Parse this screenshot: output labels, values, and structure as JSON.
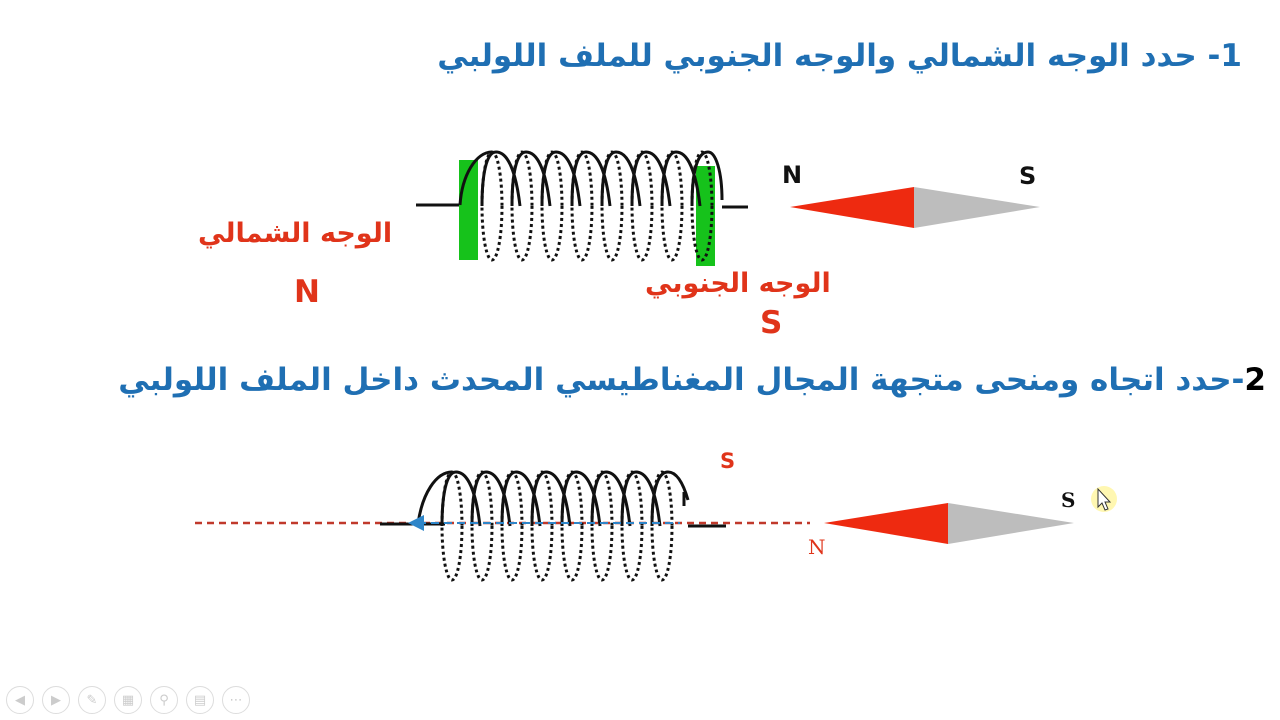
{
  "question1": {
    "number": "1-",
    "text": "حدد الوجه الشمالي والوجه الجنوبي للملف اللولبي"
  },
  "question2": {
    "number": "2",
    "text": "-حدد اتجاه ومنحى متجهة المجال المغناطيسي المحدث داخل الملف اللولبي"
  },
  "diagram1": {
    "north_face_label": "الوجه الشمالي",
    "north_face_letter": "N",
    "south_face_label": "الوجه الجنوبي",
    "south_face_letter": "S",
    "needle_north": "N",
    "needle_south": "S"
  },
  "diagram2": {
    "pole_top": "S",
    "needle_north": "N",
    "needle_south": "S"
  },
  "colors": {
    "question_text": "#1f6fb3",
    "answer_text": "#e0341a",
    "face_marker": "#16c21b",
    "needle_red": "#ee2a10",
    "needle_grey": "#bdbdbd",
    "field_line": "#c0392b",
    "field_arrow": "#2f86c9"
  },
  "toolbar": {
    "icons": [
      "previous-icon",
      "next-icon",
      "pen-icon",
      "slides-icon",
      "zoom-icon",
      "subtitles-icon",
      "more-icon"
    ]
  }
}
